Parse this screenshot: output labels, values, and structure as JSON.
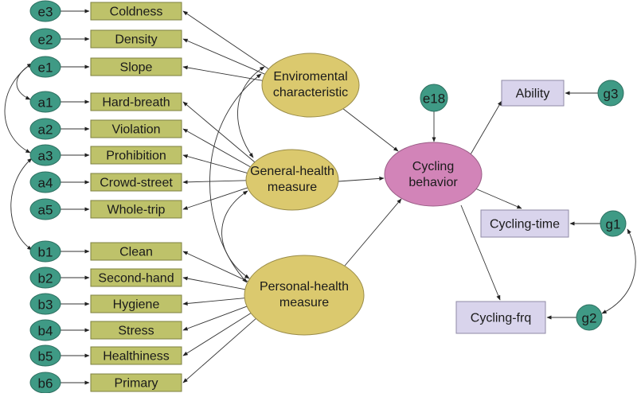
{
  "diagram": {
    "type": "structural-equation-model",
    "colors": {
      "error_node": "#3f9a85",
      "indicator_box": "#bec26a",
      "latent_ellipse": "#dbc96e",
      "outcome_ellipse": "#d284b8",
      "outcome_box": "#d9d4ec"
    },
    "latents": {
      "env": [
        "Enviromental",
        "characteristic"
      ],
      "gen": [
        "General-health",
        "measure"
      ],
      "per": [
        "Personal-health",
        "measure"
      ],
      "cyc": [
        "Cycling",
        "behavior"
      ]
    },
    "indicators": [
      {
        "err": "e3",
        "label": "Coldness",
        "factor": "env"
      },
      {
        "err": "e2",
        "label": "Density",
        "factor": "env"
      },
      {
        "err": "e1",
        "label": "Slope",
        "factor": "env"
      },
      {
        "err": "a1",
        "label": "Hard-breath",
        "factor": "gen"
      },
      {
        "err": "a2",
        "label": "Violation",
        "factor": "gen"
      },
      {
        "err": "a3",
        "label": "Prohibition",
        "factor": "gen"
      },
      {
        "err": "a4",
        "label": "Crowd-street",
        "factor": "gen"
      },
      {
        "err": "a5",
        "label": "Whole-trip",
        "factor": "gen"
      },
      {
        "err": "b1",
        "label": "Clean",
        "factor": "per"
      },
      {
        "err": "b2",
        "label": "Second-hand",
        "factor": "per"
      },
      {
        "err": "b3",
        "label": "Hygiene",
        "factor": "per"
      },
      {
        "err": "b4",
        "label": "Stress",
        "factor": "per"
      },
      {
        "err": "b5",
        "label": "Healthiness",
        "factor": "per"
      },
      {
        "err": "b6",
        "label": "Primary",
        "factor": "per"
      }
    ],
    "outcome_error": "e18",
    "outcomes": [
      {
        "err": "g3",
        "label": "Ability"
      },
      {
        "err": "g1",
        "label": "Cycling-time"
      },
      {
        "err": "g2",
        "label": "Cycling-frq"
      }
    ],
    "covariances": [
      [
        "e1",
        "a1"
      ],
      [
        "e1",
        "a3"
      ],
      [
        "a3",
        "b1"
      ],
      [
        "g1",
        "g2"
      ],
      [
        "env",
        "gen"
      ],
      [
        "env",
        "per"
      ],
      [
        "gen",
        "per"
      ]
    ]
  }
}
